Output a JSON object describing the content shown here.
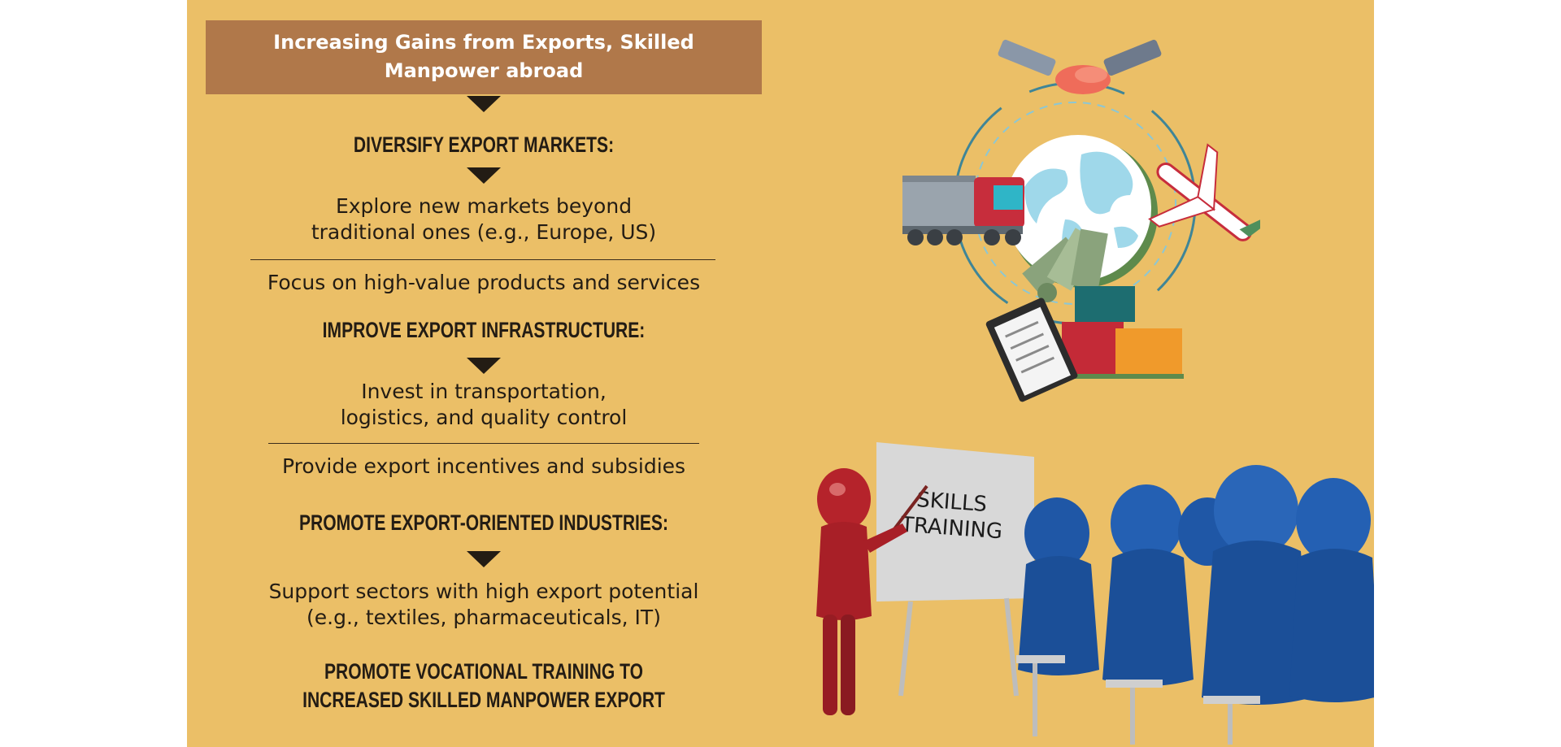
{
  "title": {
    "line1": "Increasing Gains from Exports, Skilled",
    "line2": "Manpower abroad"
  },
  "sections": {
    "s1_heading": "DIVERSIFY EXPORT MARKETS:",
    "s1_item1_line1": "Explore new markets beyond",
    "s1_item1_line2": "traditional ones (e.g., Europe, US)",
    "s1_item2": "Focus on high-value products and services",
    "s2_heading": "IMPROVE EXPORT INFRASTRUCTURE:",
    "s2_item1_line1": "Invest in transportation,",
    "s2_item1_line2": "logistics, and quality control",
    "s2_item2": "Provide export incentives and subsidies",
    "s3_heading": "PROMOTE EXPORT-ORIENTED INDUSTRIES:",
    "s3_item1_line1": "Support sectors with high export potential",
    "s3_item1_line2": "(e.g., textiles, pharmaceuticals, IT)",
    "s4_heading_line1": "PROMOTE VOCATIONAL TRAINING TO",
    "s4_heading_line2": "INCREASED SKILLED MANPOWER EXPORT"
  },
  "board": {
    "line1": "SKILLS",
    "line2": "TRAINING"
  },
  "colors": {
    "background": "#ebbf67",
    "title_box": "#b0784a",
    "text": "#231c14",
    "figure_blue": "#1f57a6",
    "figure_red": "#b5232b"
  }
}
